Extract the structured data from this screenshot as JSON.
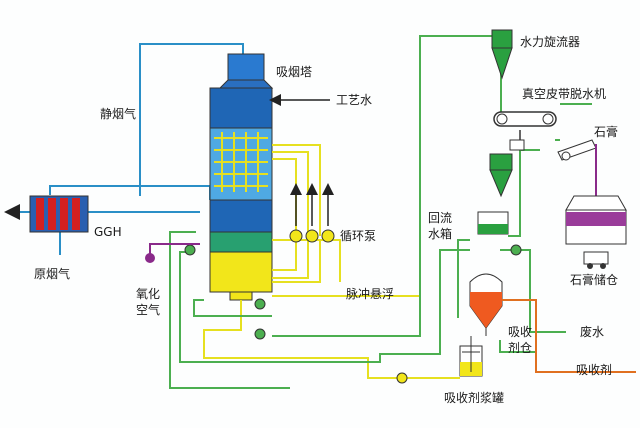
{
  "labels": {
    "absorber_tower": "吸烟塔",
    "process_water": "工艺水",
    "clean_flue_gas": "静烟气",
    "ggh": "GGH",
    "raw_flue_gas": "原烟气",
    "oxidation_air_line1": "氧化",
    "oxidation_air_line2": "空气",
    "circulation_pump": "循环泵",
    "pulse_suspension": "脉冲悬浮",
    "hydrocyclone": "水力旋流器",
    "vacuum_belt_filter": "真空皮带脱水机",
    "gypsum": "石膏",
    "return_water_tank_line1": "回流",
    "return_water_tank_line2": "水箱",
    "gypsum_storage": "石膏储仓",
    "absorbent_silo_line1": "吸收",
    "absorbent_silo_line2": "剂仓",
    "waste_water": "废水",
    "absorbent": "吸收剂",
    "absorbent_slurry_tank": "吸收剂浆罐"
  },
  "colors": {
    "flue_gas_line": "#2a8fc7",
    "water_line": "#4caf50",
    "slurry_line": "#e6e020",
    "absorbent_line": "#e07020",
    "oxidation_air_line": "#8a2a8a",
    "tower_dark_blue": "#1f66b5",
    "tower_light_blue": "#4fa9e3",
    "tower_green": "#28a070",
    "tower_yellow": "#f2e61a",
    "ggh_red": "#d32020",
    "cyclone_green": "#2aa040",
    "silo_orange": "#ef5a20",
    "gypsum_purple": "#9a3c9a"
  }
}
